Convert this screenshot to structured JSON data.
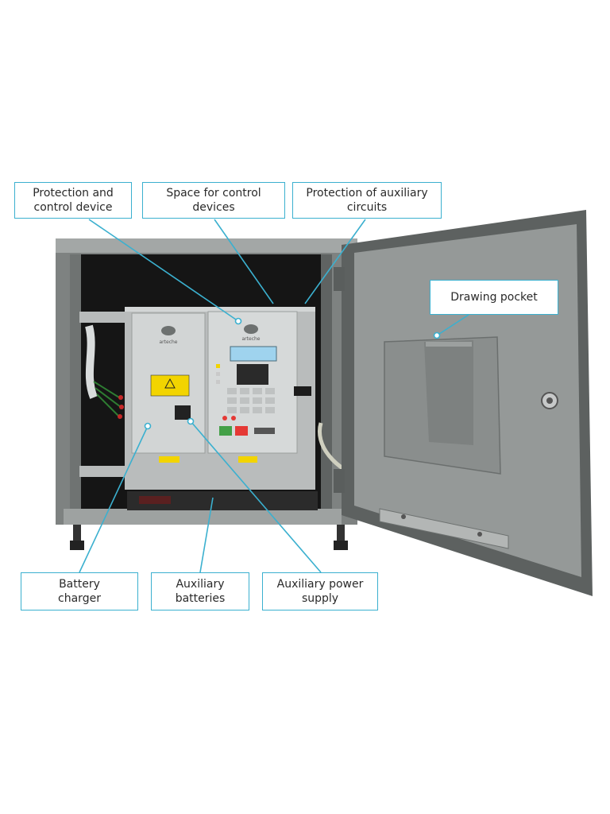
{
  "callouts": {
    "protection_control": "Protection and\ncontrol device",
    "space_control": "Space for control\ndevices",
    "protection_aux": "Protection of auxiliary\ncircuits",
    "drawing_pocket": "Drawing pocket",
    "battery_charger": "Battery\ncharger",
    "aux_batteries": "Auxiliary\nbatteries",
    "aux_power": "Auxiliary power\nsupply"
  },
  "device": {
    "brand_left": "arteche",
    "brand_right": "arteche"
  },
  "colors": {
    "callout_border": "#3bb0cf",
    "cabinet_grey": "#8d9190",
    "panel_grey": "#c9cccc",
    "warning_yellow": "#f2d400",
    "lcd_blue": "#9fd3ee"
  }
}
